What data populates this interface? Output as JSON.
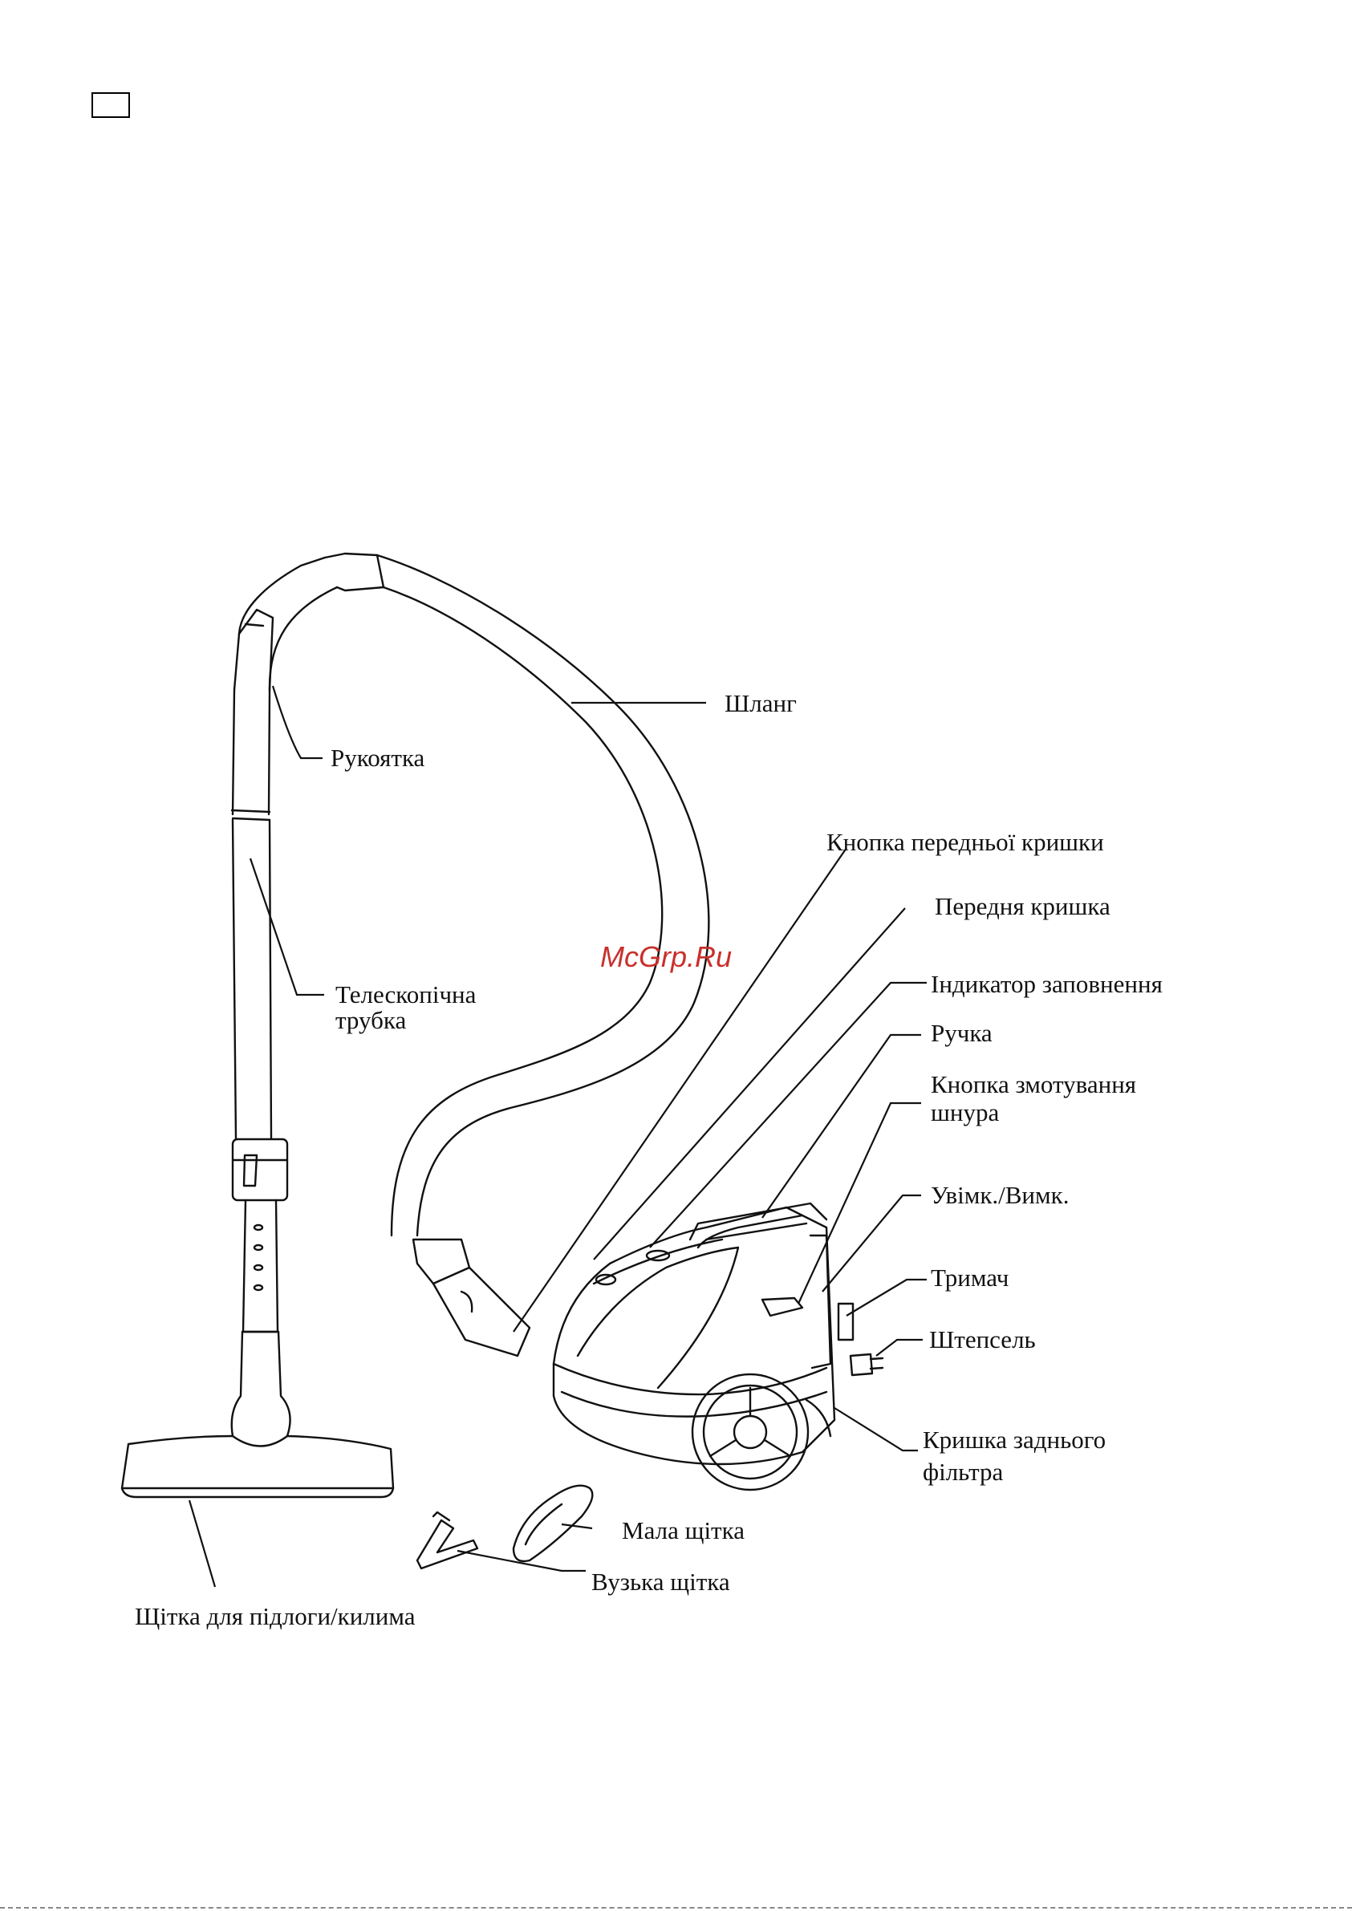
{
  "labels": {
    "hose": "Шланг",
    "handle": "Рукоятка",
    "telescopic_tube_1": "Телескопічна",
    "telescopic_tube_2": "трубка",
    "front_cover_button": "Кнопка передньої кришки",
    "front_cover": "Передня кришка",
    "fill_indicator": "Індикатор заповнення",
    "carry_handle": "Ручка",
    "cord_rewind_button_1": "Кнопка змотування",
    "cord_rewind_button_2": "шнура",
    "power_switch": "Увімк./Вимк.",
    "holder": "Тримач",
    "plug": "Штепсель",
    "rear_filter_cover_1": "Кришка заднього",
    "rear_filter_cover_2": "фільтра",
    "small_brush": "Мала щітка",
    "crevice_nozzle": "Вузька щітка",
    "floor_carpet_brush": "Щітка для підлоги/килима"
  },
  "watermark": "McGrp.Ru"
}
